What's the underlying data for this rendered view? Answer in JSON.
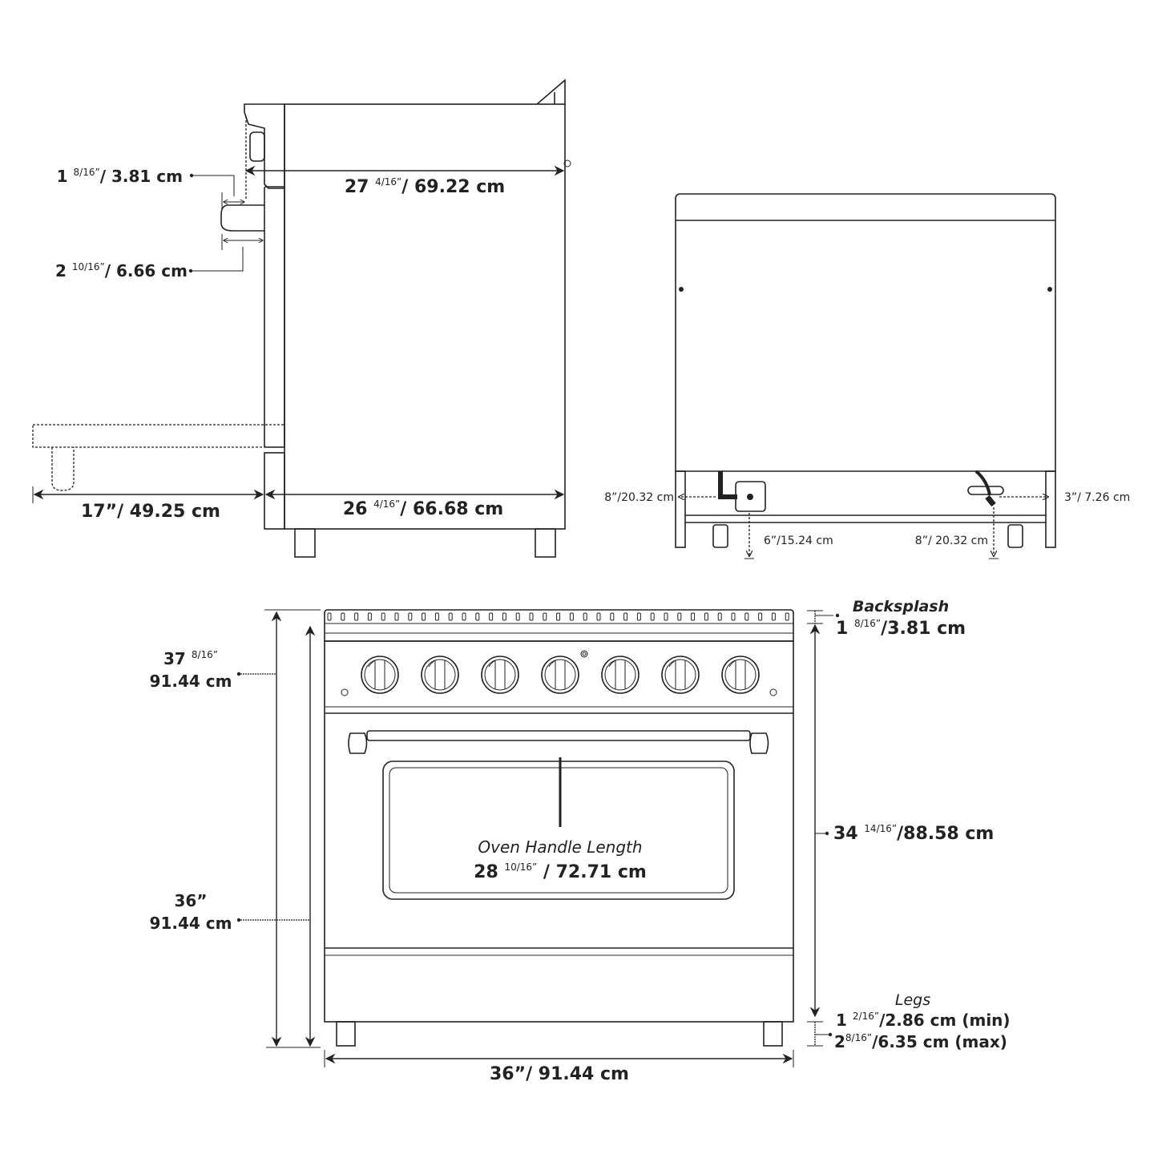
{
  "colors": {
    "line": "#222222",
    "background": "#ffffff"
  },
  "side_view": {
    "overall_depth": {
      "whole": "27",
      "frac": "4/16”",
      "tail": "/ 69.22 cm"
    },
    "cabinet_depth": {
      "whole": "26",
      "frac": "4/16”",
      "tail": "/ 66.68 cm"
    },
    "door_open": {
      "text": "17”/ 49.25 cm"
    },
    "knob_depth": {
      "whole": "1",
      "frac": "8/16”",
      "tail": "/ 3.81 cm"
    },
    "handle_depth": {
      "whole": "2",
      "frac": "10/16”",
      "tail": "/ 6.66 cm"
    }
  },
  "back_view": {
    "gas_from_left": "8”/20.32 cm",
    "gas_from_floor": "6”/15.24 cm",
    "plug_from_floor": "8”/ 20.32 cm",
    "plug_from_right": "3”/ 7.26 cm"
  },
  "front_view": {
    "total_height": {
      "whole": "37",
      "frac": "8/16”",
      "cm": "91.44 cm"
    },
    "cooktop_height": {
      "whole": "36”",
      "cm": "91.44 cm"
    },
    "width": "36”/ 91.44 cm",
    "oven_handle": {
      "label": "Oven Handle Length",
      "whole": "28",
      "frac": "10/16”",
      "tail": " / 72.71 cm"
    },
    "body_height": {
      "whole": "34",
      "frac": "14/16”",
      "tail": "/88.58 cm"
    },
    "backsplash": {
      "label": "Backsplash",
      "whole": "1",
      "frac": "8/16”",
      "tail": "/3.81 cm"
    },
    "legs": {
      "label": "Legs",
      "min_whole": "1",
      "min_frac": "2/16”",
      "min_tail": "/2.86 cm (min)",
      "max_whole": "2",
      "max_frac": "8/16”",
      "max_tail": "/6.35 cm (max)"
    },
    "knob_count": 7
  }
}
